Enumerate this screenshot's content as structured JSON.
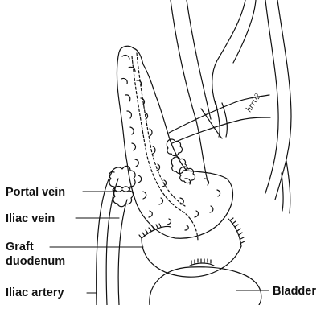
{
  "figure": {
    "signature": "hrr02",
    "labels": {
      "portal_vein": "Portal vein",
      "iliac_vein": "Iliac vein",
      "graft_line1": "Graft",
      "graft_line2": "duodenum",
      "iliac_artery": "Iliac artery",
      "bladder": "Bladder"
    }
  }
}
